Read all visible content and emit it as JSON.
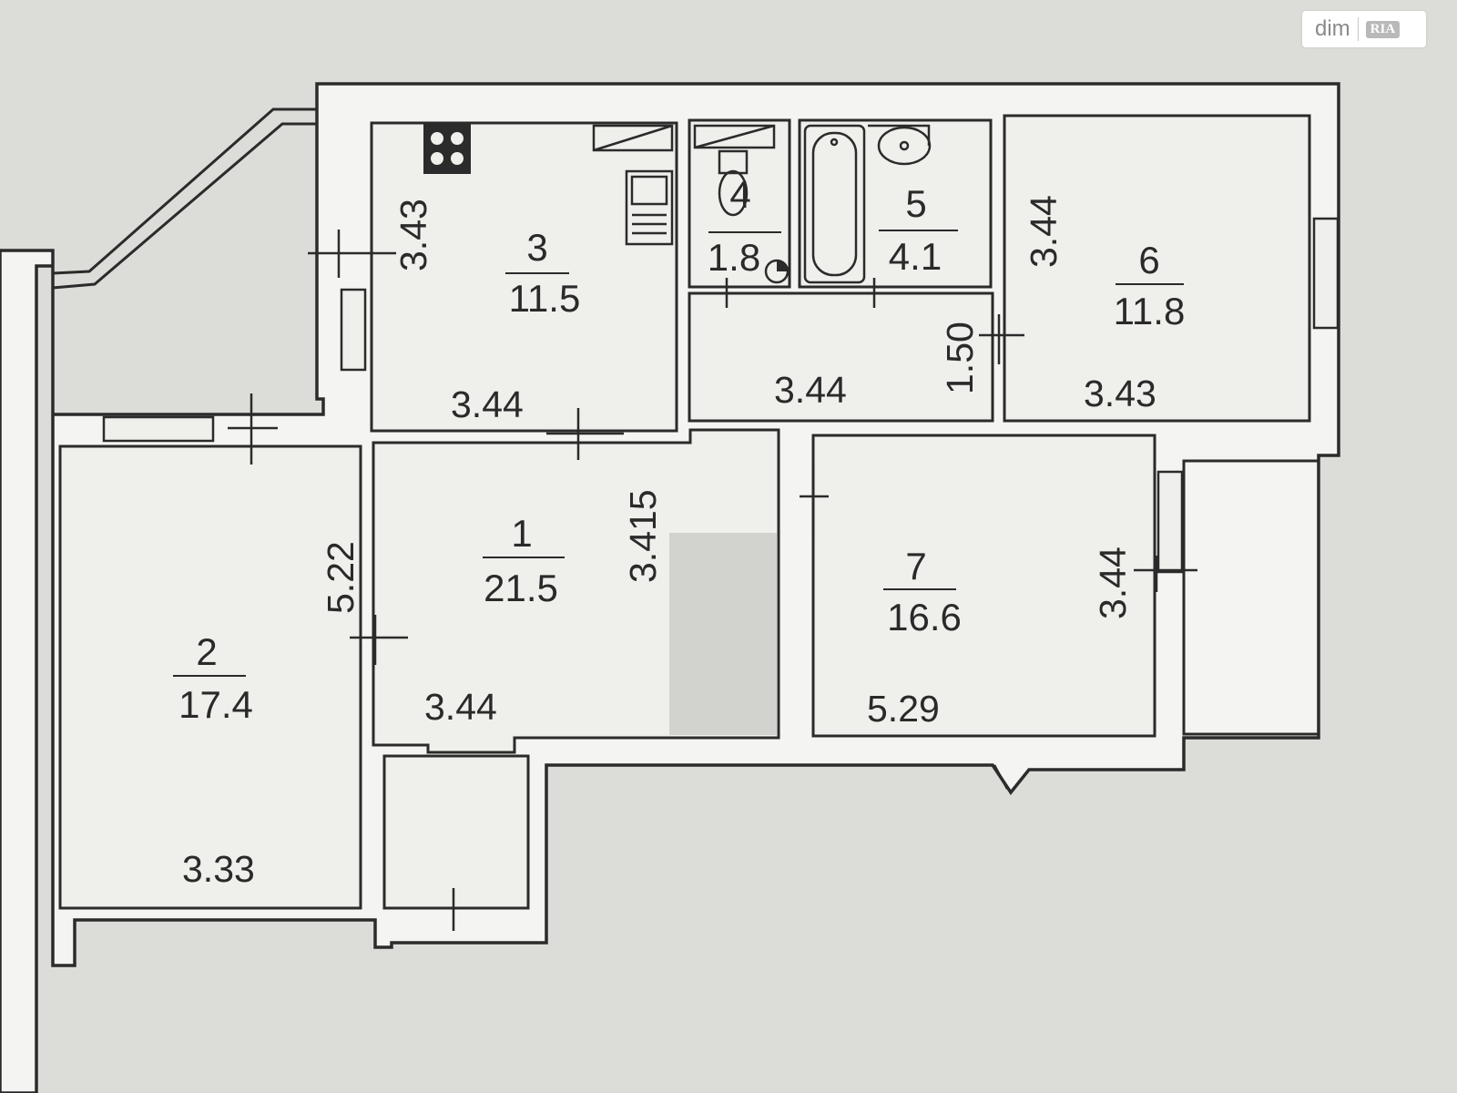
{
  "brand": {
    "dim": "dim",
    "ria": "RIA"
  },
  "rooms": [
    {
      "id": "1",
      "area": "21.5"
    },
    {
      "id": "2",
      "area": "17.4"
    },
    {
      "id": "3",
      "area": "11.5"
    },
    {
      "id": "4",
      "area": "1.8"
    },
    {
      "id": "5",
      "area": "4.1"
    },
    {
      "id": "6",
      "area": "11.8"
    },
    {
      "id": "7",
      "area": "16.6"
    }
  ],
  "dimensions": {
    "kitchen_height": "3.43",
    "kitchen_width": "3.44",
    "hall_length": "3.415",
    "hall_width": "3.44",
    "corridor_width": "3.44",
    "corridor_height": "1.50",
    "room2_height": "5.22",
    "room2_width": "3.33",
    "room6_height": "3.44",
    "room6_width": "3.43",
    "room7_height": "3.44",
    "room7_width": "5.29"
  }
}
